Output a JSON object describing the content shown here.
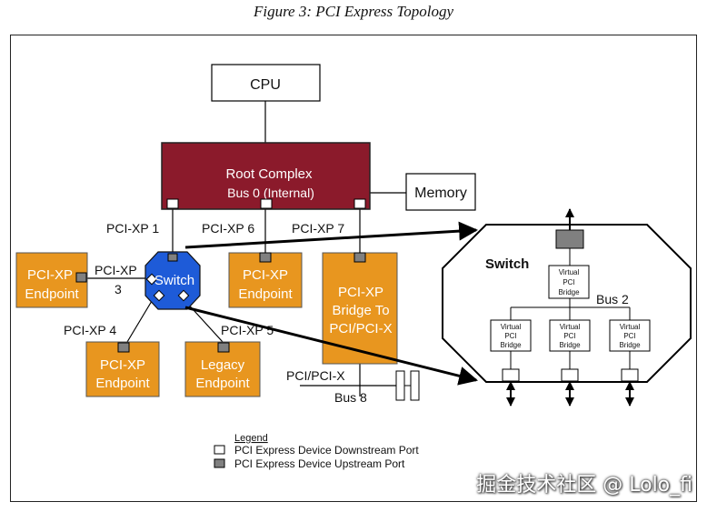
{
  "caption": "Figure 3: PCI Express Topology",
  "nodes": {
    "cpu": "CPU",
    "root_complex_line1": "Root Complex",
    "root_complex_line2": "Bus 0 (Internal)",
    "memory": "Memory",
    "switch": "Switch",
    "endpoint_left_line1": "PCI-XP",
    "endpoint_left_line2": "Endpoint",
    "endpoint_6_line1": "PCI-XP",
    "endpoint_6_line2": "Endpoint",
    "bridge_line1": "PCI-XP",
    "bridge_line2": "Bridge To",
    "bridge_line3": "PCI/PCI-X",
    "endpoint_4_line1": "PCI-XP",
    "endpoint_4_line2": "Endpoint",
    "legacy_line1": "Legacy",
    "legacy_line2": "Endpoint"
  },
  "links": {
    "pcixp1": "PCI-XP 1",
    "pcixp6": "PCI-XP 6",
    "pcixp7": "PCI-XP 7",
    "pcixp3_a": "PCI-XP",
    "pcixp3_b": "3",
    "pcixp4": "PCI-XP 4",
    "pcixp5": "PCI-XP 5",
    "pci_pcix": "PCI/PCI-X",
    "bus8": "Bus 8"
  },
  "switch_detail": {
    "title": "Switch",
    "bus2": "Bus 2",
    "top_bridge": [
      "Virtual",
      "PCI",
      "Bridge"
    ],
    "bridges": [
      [
        "Virtual",
        "PCI",
        "Bridge"
      ],
      [
        "Virtual",
        "PCI",
        "Bridge"
      ],
      [
        "Virtual",
        "PCI",
        "Bridge"
      ]
    ]
  },
  "legend": {
    "title": "Legend",
    "downstream": "PCI Express Device Downstream Port",
    "upstream": "PCI Express Device Upstream Port"
  },
  "watermark": "掘金技术社区 @ Lolo_fi",
  "colors": {
    "root_complex": "#8b1a2b",
    "endpoint": "#e8961f",
    "switch": "#1e5bd8",
    "upstream_port": "#808080"
  }
}
